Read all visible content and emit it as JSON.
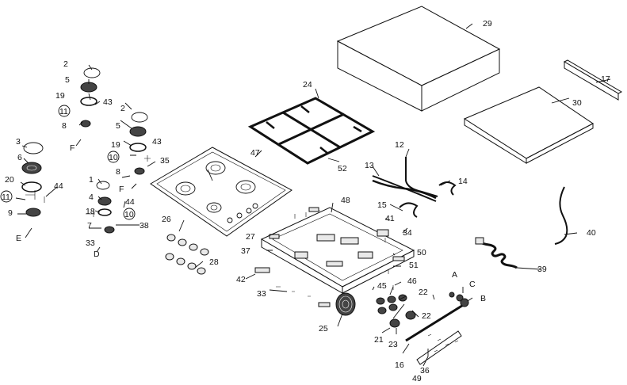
{
  "callouts": {
    "c1": "1",
    "c2a": "2",
    "c2b": "2",
    "c3": "3",
    "c4": "4",
    "c5a": "5",
    "c5b": "5",
    "c6": "6",
    "c7": "7",
    "c8a": "8",
    "c8b": "8",
    "c9": "9",
    "c10a": "10",
    "c10b": "10",
    "c11a": "11",
    "c11b": "11",
    "c12": "12",
    "c13": "13",
    "c14": "14",
    "c15": "15",
    "c16": "16",
    "c17": "17",
    "c18": "18",
    "c19a": "19",
    "c19b": "19",
    "c20": "20",
    "c21": "21",
    "c22a": "22",
    "c22b": "22",
    "c23": "23",
    "c24": "24",
    "c25": "25",
    "c26": "26",
    "c27": "27",
    "c28": "28",
    "c29": "29",
    "c30": "30",
    "c33a": "33",
    "c33b": "33",
    "c34": "34",
    "c35": "35",
    "c36": "36",
    "c37": "37",
    "c38": "38",
    "c39": "39",
    "c40": "40",
    "c41": "41",
    "c42": "42",
    "c43a": "43",
    "c43b": "43",
    "c44a": "44",
    "c44b": "44",
    "c45": "45",
    "c46": "46",
    "c47": "47",
    "c48": "48",
    "c49": "49",
    "c50": "50",
    "c51": "51",
    "c52": "52",
    "cA": "A",
    "cB": "B",
    "cC": "C",
    "cD": "D",
    "cE": "E",
    "cFa": "F",
    "cFb": "F"
  }
}
